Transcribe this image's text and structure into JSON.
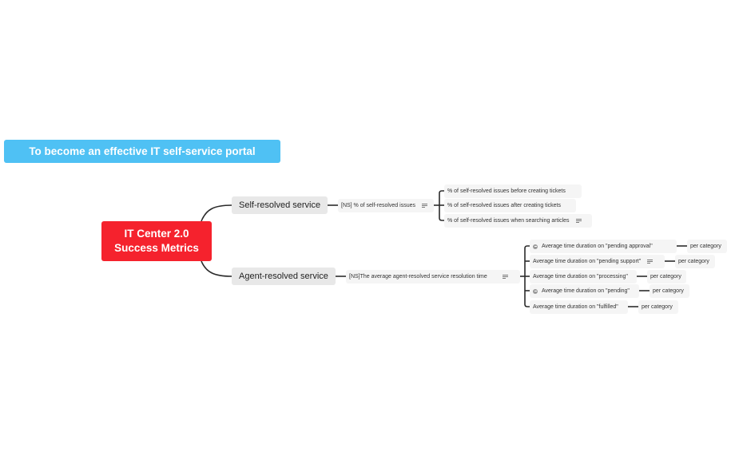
{
  "goal": {
    "label": "To become an effective IT self-service portal",
    "color": "#4fc1f4"
  },
  "central": {
    "line1": "IT Center 2.0",
    "line2": "Success Metrics",
    "color": "#f5222d"
  },
  "branches": [
    {
      "label": "Self-resolved service",
      "metric": {
        "label": "[NS] % of self-resolved issues",
        "has_note": true
      },
      "leaves": [
        {
          "label": "% of self-resolved issues before creating tickets",
          "has_note": false
        },
        {
          "label": "% of self-resolved issues after creating tickets",
          "has_note": false
        },
        {
          "label": "% of self-resolved issues when searching articles",
          "has_note": true
        }
      ]
    },
    {
      "label": "Agent-resolved service",
      "metric": {
        "label": "[NS]The average agent-resolved service resolution time",
        "has_note": true
      },
      "leaves": [
        {
          "label": "Average time duration on \"pending approval\"",
          "icon": "priority-icon",
          "has_note": false,
          "child": "per category"
        },
        {
          "label": "Average time duration on \"pending support\"",
          "has_note": true,
          "child": "per category"
        },
        {
          "label": "Average time duration on \"processing\"",
          "has_note": false,
          "child": "per category"
        },
        {
          "label": "Average time duration on \"pending\"",
          "icon": "priority-icon",
          "has_note": false,
          "child": "per category"
        },
        {
          "label": "Average time duration on \"fulfilled\"",
          "has_note": false,
          "child": "per category"
        }
      ]
    }
  ]
}
